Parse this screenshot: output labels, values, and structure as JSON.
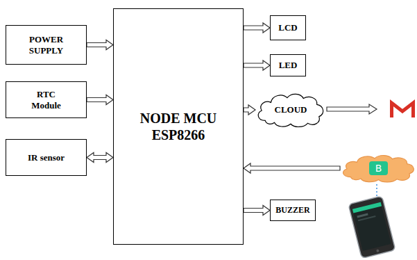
{
  "diagram": {
    "nodes": [
      {
        "text": [
          "POWER SUPPLY"
        ]
      },
      {
        "text": [
          "RTC Module"
        ]
      },
      {
        "text": [
          "IR sensor"
        ]
      },
      {
        "text": [
          "NODE MCU ESP8266"
        ]
      },
      {
        "text": [
          "LCD"
        ]
      },
      {
        "text": [
          "LED"
        ]
      },
      {
        "text": [
          "CLOUD"
        ]
      },
      {
        "text": [
          "B"
        ]
      },
      {
        "text": [
          "BUZZER"
        ]
      }
    ],
    "edges": [
      {
        "from": 0,
        "to": 3,
        "arrow": "to"
      },
      {
        "from": 1,
        "to": 3,
        "arrow": "to"
      },
      {
        "from": 2,
        "to": 3,
        "arrow": "both"
      },
      {
        "from": 3,
        "to": 4,
        "arrow": "to"
      },
      {
        "from": 3,
        "to": 5,
        "arrow": "to"
      },
      {
        "from": 3,
        "to": 6,
        "arrow": "to"
      },
      {
        "from": 7,
        "to": 3,
        "arrow": "to"
      },
      {
        "from": 3,
        "to": 8,
        "arrow": "to"
      }
    ]
  }
}
